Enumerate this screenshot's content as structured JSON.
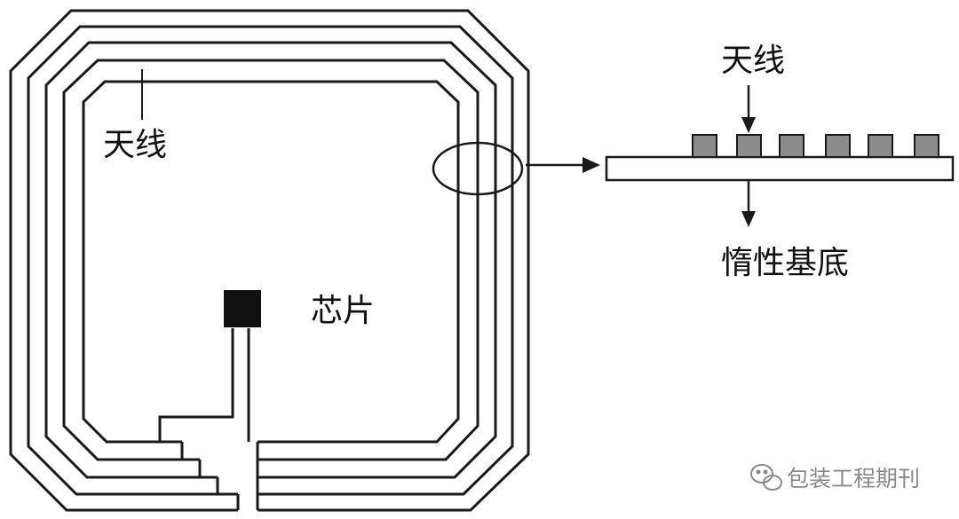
{
  "labels": {
    "antenna_coil": "天线",
    "chip": "芯片",
    "antenna_cross_section": "天线",
    "substrate": "惰性基底"
  },
  "watermark": {
    "text": "包装工程期刊",
    "icon": "wechat-icon"
  },
  "colors": {
    "line": "#1a1a1a",
    "chip_fill": "#111111",
    "pad_fill": "#8c8c8c",
    "watermark": "#8a8a8a"
  }
}
